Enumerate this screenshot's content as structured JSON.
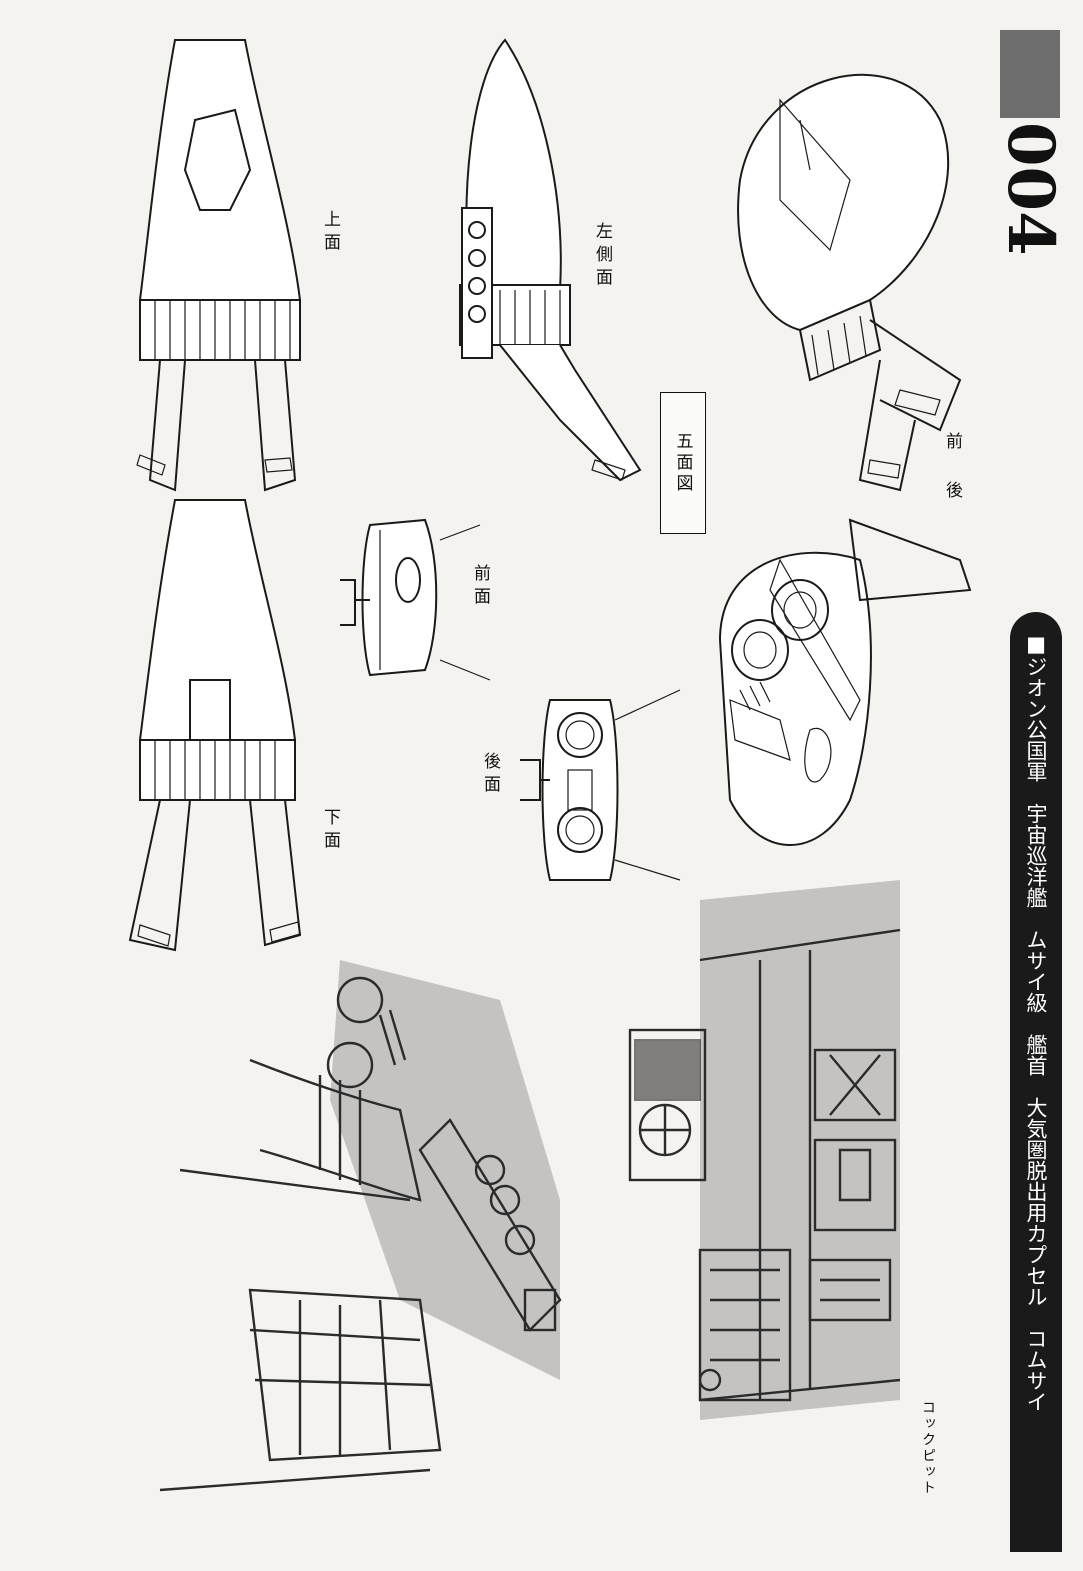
{
  "page": {
    "number": "004",
    "header_bar": "■ジオン公国軍　宇宙巡洋艦　ムサイ級　艦首　大気圏脱出用カプセル　コムサイ"
  },
  "labels": {
    "front_rear": "前 後",
    "five_views": "五面図",
    "left_side": "左側面",
    "top": "上面",
    "front": "前面",
    "rear": "後面",
    "bottom": "下面",
    "cockpit": "コックピット"
  }
}
